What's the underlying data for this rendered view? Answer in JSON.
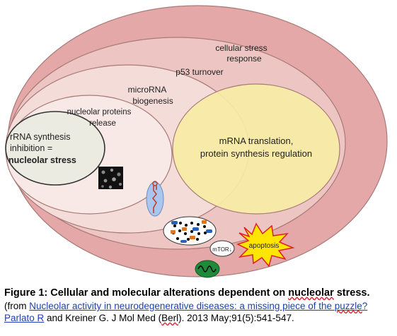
{
  "diagram": {
    "labels": {
      "cellular_stress_line1": "cellular  stress",
      "cellular_stress_line2": "response",
      "p53": "p53 turnover",
      "microrna_line1": "microRNA",
      "microrna_line2": "biogenesis",
      "nucleolar_line1": "nucleolar proteins",
      "nucleolar_line2": "release",
      "rrna_line1": "rRNA synthesis",
      "rrna_line2": "inhibition =",
      "rrna_line3": "nucleolar stress",
      "mrna_line1": "mRNA translation,",
      "mrna_line2": "protein synthesis regulation",
      "mtor": "mTOR↓",
      "apoptosis": "apoptosis"
    },
    "colors": {
      "outer": "#e3a8a7",
      "p53": "#edc5c3",
      "microrna": "#f4dcd9",
      "nucleolar": "#f8e9e6",
      "rrna": "#ebebe1",
      "mrna": "#f7eba6",
      "burst": "#ffe600"
    }
  },
  "caption": {
    "title_prefix": "Figure 1: Cellular and molecular alterations dependent on ",
    "title_nucleolar": "nucleolar",
    "title_suffix": " stress.",
    "from_open": "(from ",
    "link_text_1": "Nucleolar activity in neurodegenerative diseases: a missing piece of the ",
    "link_text_2": "puzzle",
    "link_text_3": "?",
    "link_author": "Parlato R",
    "rest_1": " and Kreiner G. J Mol Med (",
    "rest_berl": "Berl",
    "rest_2": "). 2013 May;91(5):541-547."
  }
}
